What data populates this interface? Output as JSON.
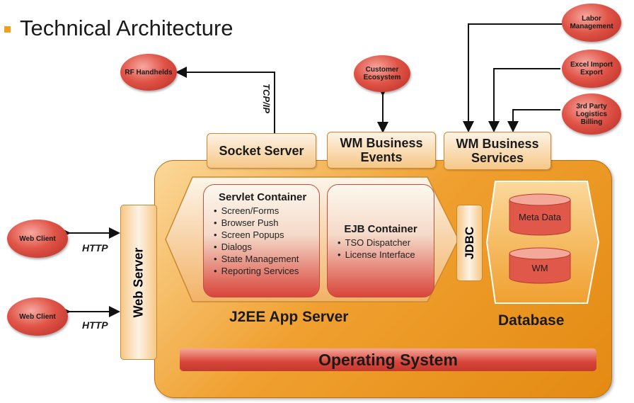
{
  "title": "Technical Architecture",
  "external": {
    "rf_handhelds": "RF Handhelds",
    "customer_ecosystem": "Customer Ecosystem",
    "labor_management": "Labor Management",
    "excel_import_export": "Excel Import Export",
    "third_party_billing": "3rd Party Logistics Billing",
    "web_client_1": "Web Client",
    "web_client_2": "Web Client"
  },
  "connectors": {
    "tcpip": "TCP/IP",
    "http_1": "HTTP",
    "http_2": "HTTP"
  },
  "tabs": {
    "socket_server": "Socket Server",
    "wm_business_events": "WM Business Events",
    "wm_business_services": "WM Business Services"
  },
  "web_server": "Web Server",
  "jdbc": "JDBC",
  "servlet_container": {
    "title": "Servlet Container",
    "items": [
      "Screen/Forms",
      "Browser Push",
      "Screen Popups",
      "Dialogs",
      "State Management",
      "Reporting Services"
    ]
  },
  "ejb_container": {
    "title": "EJB Container",
    "items": [
      "TSO Dispatcher",
      "License Interface"
    ]
  },
  "app_server_label": "J2EE App Server",
  "database": {
    "label": "Database",
    "meta_data": "Meta Data",
    "wm": "WM"
  },
  "operating_system": "Operating System"
}
